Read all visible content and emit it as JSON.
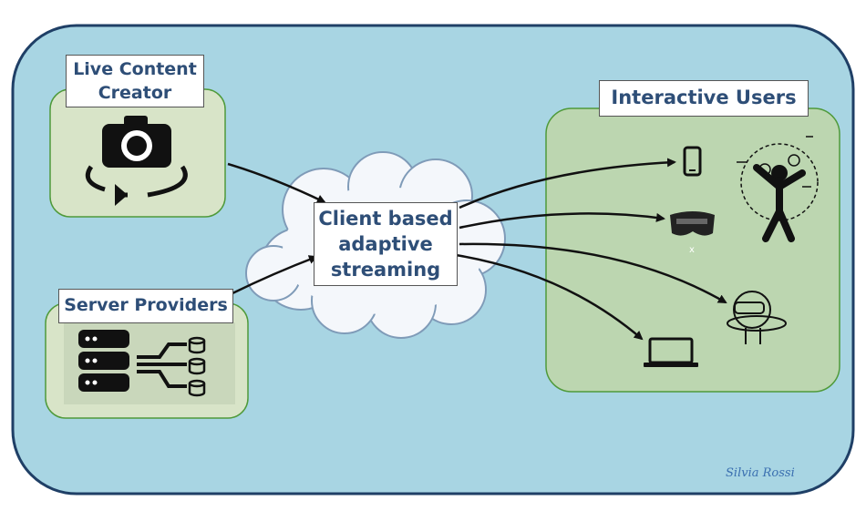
{
  "diagram": {
    "sections": {
      "creator": {
        "title_lines": [
          "Live Content",
          "Creator"
        ]
      },
      "providers": {
        "title": "Server Providers"
      },
      "users": {
        "title": "Interactive Users"
      },
      "center": {
        "title_lines": [
          "Client based",
          "adaptive",
          "streaming"
        ]
      }
    },
    "device_glyph_label": "x",
    "signature": "Silvia Rossi"
  },
  "colors": {
    "background_panel": "#a8d5e3",
    "panel_border": "#1f3f66",
    "green_box_fill": "#d8e4c8",
    "users_box_fill": "#bcd6b0",
    "green_border": "#4f9a3a",
    "label_text": "#2e4e77",
    "arrow": "#111111",
    "cloud_fill": "#f4f7fb",
    "cloud_stroke": "#7f9bb8"
  },
  "icons": {
    "creator": "camera-360-icon",
    "providers": "server-database-icon",
    "devices": [
      "smartphone-icon",
      "vr-headset-icon",
      "vr-user-icon",
      "laptop-icon",
      "vr-head-icon"
    ]
  }
}
